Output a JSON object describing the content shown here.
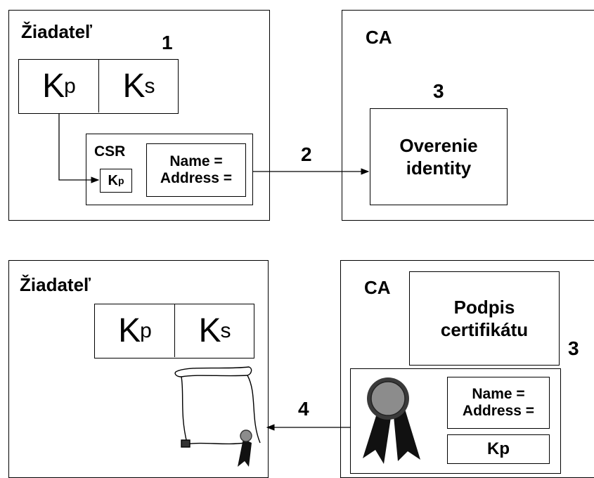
{
  "top": {
    "applicant_label": "Žiadateľ",
    "step1": "1",
    "step2": "2",
    "step3": "3",
    "ca_label": "CA",
    "key_public_main": "K",
    "key_public_sub": "p",
    "key_secret_main": "K",
    "key_secret_sub": "s",
    "csr_label": "CSR",
    "csr_key_main": "K",
    "csr_key_sub": "p",
    "name_line": "Name =",
    "address_line": "Address =",
    "verify_line1": "Overenie",
    "verify_line2": "identity"
  },
  "bottom": {
    "applicant_label": "Žiadateľ",
    "step3": "3",
    "step4": "4",
    "ca_label": "CA",
    "key_public_main": "K",
    "key_public_sub": "p",
    "key_secret_main": "K",
    "key_secret_sub": "s",
    "sign_line1": "Podpis",
    "sign_line2": "certifikátu",
    "name_line": "Name =",
    "address_line": "Address =",
    "cert_key": "Kp"
  },
  "icons": [
    "arrow-icon",
    "ribbon-seal-icon",
    "scroll-certificate-icon"
  ]
}
